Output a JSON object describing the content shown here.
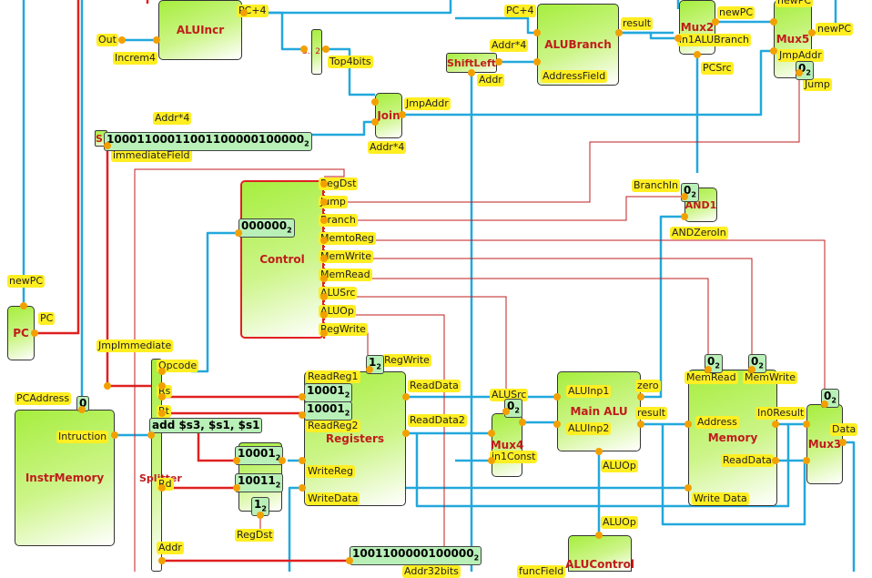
{
  "colors": {
    "control_wire": "#e02020",
    "data_wire": "#22a8dc",
    "thin_wire": "#c01c1c",
    "component": "#a6ee3e",
    "port_label": "#ffee22",
    "value_box": "#b8f0b8"
  },
  "components": {
    "alu_incr": "ALUIncr",
    "alu_branch": "ALUBranch",
    "mux2": "Mux2",
    "mux5": "Mux5",
    "shift_left": "ShiftLeft",
    "join": "Join",
    "s_partial": "S",
    "control": "Control",
    "and1": "AND1",
    "pc": "PC",
    "instr_memory": "InstrMemory",
    "splitter": "Splitter",
    "registers": "Registers",
    "mux4": "Mux4",
    "main_alu": "Main ALU",
    "memory": "Memory",
    "mux3": "Mux3",
    "alu_control": "ALUControl"
  },
  "labels": {
    "out": "Out",
    "increm4": "Increm4",
    "pc_plus4_a": "PC+4",
    "pc_plus4_b": "PC+4",
    "result_a": "result",
    "result_b": "result",
    "new_pc_a": "newPC",
    "new_pc_b": "newPC",
    "new_pc_c": "newPC",
    "new_pc_d": "newPC",
    "in1_alu_branch": "in1ALUBranch",
    "pc_src": "PCSrc",
    "jmp_addr_a": "JmpAddr",
    "jmp_addr_b": "JmpAddr",
    "jump_a": "Jump",
    "jump_b": "Jump",
    "addr_x4_a": "Addr*4",
    "addr_x4_b": "Addr*4",
    "addr_x4_c": "Addr*4",
    "address_field": "AddressField",
    "addr_a": "Addr",
    "addr_b": "Addr",
    "top4bits": "Top4bits",
    "bits_partial": "3.. 2",
    "immediate_field": "immediateField",
    "reg_dst_a": "RegDst",
    "reg_dst_b": "RegDst",
    "branch": "Branch",
    "memto_reg": "MemtoReg",
    "mem_write_a": "MemWrite",
    "mem_write_b": "MemWrite",
    "mem_read_a": "MemRead",
    "mem_read_b": "MemRead",
    "alu_src_a": "ALUSrc",
    "alu_src_b": "ALUSrc",
    "alu_op_a": "ALUOp",
    "alu_op_b": "ALUOp",
    "alu_op_c": "ALUOp",
    "reg_write_a": "RegWrite",
    "reg_write_b": "RegWrite",
    "branch_in": "BranchIn",
    "and_zero_in": "ANDZeroIn",
    "pc_lbl": "PC",
    "jmp_immediate": "JmpImmediate",
    "opcode": "Opcode",
    "rs": "Rs",
    "rt": "Rt",
    "rd": "Rd",
    "read_reg1": "ReadReg1",
    "read_reg2": "ReadReg2",
    "write_reg": "WriteReg",
    "write_data_a": "WriteData",
    "write_data_b": "Write Data",
    "read_data": "ReadData",
    "read_data2": "ReadData2",
    "in1_const": "in1Const",
    "alu_inp1": "ALUInp1",
    "alu_inp2": "ALUInp2",
    "zero": "zero",
    "address": "Address",
    "read_data_mem": "ReadData",
    "in0_result": "In0Result",
    "data": "Data",
    "pc_address": "PCAddress",
    "intruction": "Intruction",
    "addr32bits": "Addr32bits",
    "func_field": "funcField"
  },
  "values": {
    "imm_big": [
      "10001100011001100000100000",
      "2"
    ],
    "opcode_val": [
      "000000",
      "2"
    ],
    "v_zero_a": [
      "0",
      "2"
    ],
    "v_zero_b": [
      "0",
      "2"
    ],
    "v_zero_c": [
      "0",
      "2"
    ],
    "v_zero_d": [
      "0",
      "2"
    ],
    "v_zero_e": [
      "0",
      "2"
    ],
    "v_zero_f": [
      "0",
      "2"
    ],
    "v_one_a": [
      "1",
      "2"
    ],
    "v_one_b": [
      "1",
      "2"
    ],
    "v_pc": "0",
    "rs_val": [
      "10001",
      "2"
    ],
    "rt_val": [
      "10001",
      "2"
    ],
    "wr1": [
      "10001",
      "2"
    ],
    "wr2": [
      "10011",
      "2"
    ],
    "instr_text": "add $s3, $s1, $s1",
    "addr_val": [
      "1001100000100000",
      "2"
    ]
  }
}
